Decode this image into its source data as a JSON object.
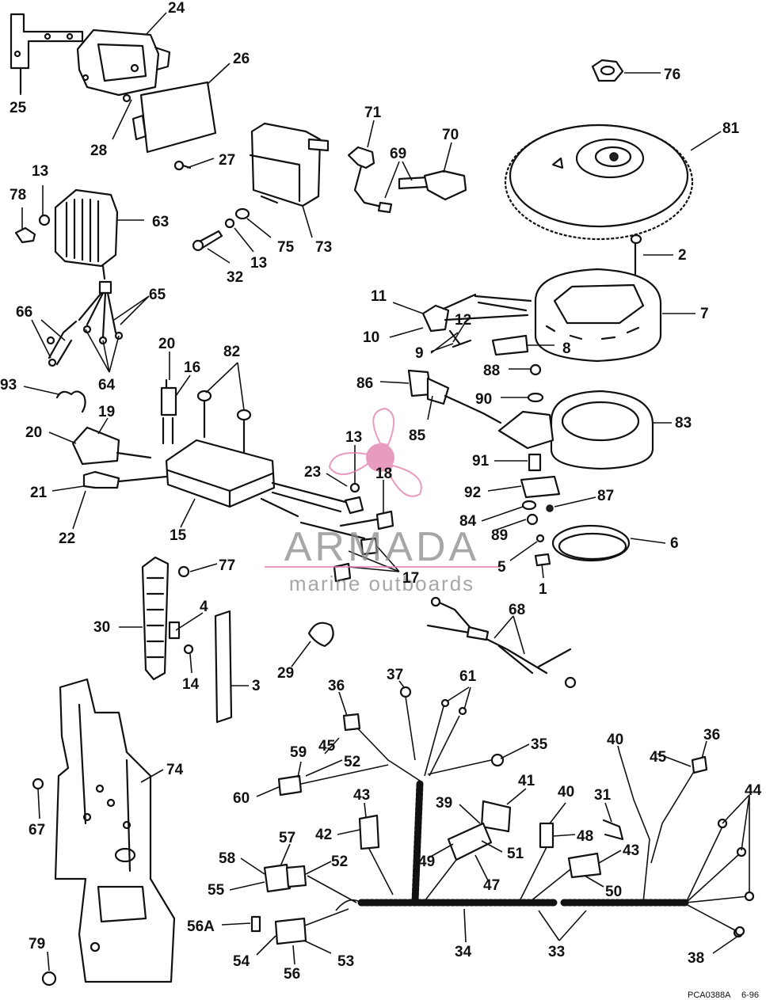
{
  "watermark": {
    "brand": "ARMADA",
    "tagline": "marine outboards",
    "accent_color": "#e07aa8",
    "text_color": "#8a8a8a"
  },
  "footer": {
    "code": "PCA0388A",
    "date": "6-96"
  },
  "callouts": [
    {
      "id": "c24",
      "text": "24"
    },
    {
      "id": "c25",
      "text": "25"
    },
    {
      "id": "c26",
      "text": "26"
    },
    {
      "id": "c28",
      "text": "28"
    },
    {
      "id": "c27",
      "text": "27"
    },
    {
      "id": "c76",
      "text": "76"
    },
    {
      "id": "c81",
      "text": "81"
    },
    {
      "id": "c71",
      "text": "71"
    },
    {
      "id": "c70",
      "text": "70"
    },
    {
      "id": "c69",
      "text": "69"
    },
    {
      "id": "c13a",
      "text": "13"
    },
    {
      "id": "c78",
      "text": "78"
    },
    {
      "id": "c63",
      "text": "63"
    },
    {
      "id": "c73",
      "text": "73"
    },
    {
      "id": "c75",
      "text": "75"
    },
    {
      "id": "c13b",
      "text": "13"
    },
    {
      "id": "c32",
      "text": "32"
    },
    {
      "id": "c2",
      "text": "2"
    },
    {
      "id": "c65",
      "text": "65"
    },
    {
      "id": "c66",
      "text": "66"
    },
    {
      "id": "c64",
      "text": "64"
    },
    {
      "id": "c11",
      "text": "11"
    },
    {
      "id": "c12",
      "text": "12"
    },
    {
      "id": "c7",
      "text": "7"
    },
    {
      "id": "c10",
      "text": "10"
    },
    {
      "id": "c9",
      "text": "9"
    },
    {
      "id": "c8",
      "text": "8"
    },
    {
      "id": "c20a",
      "text": "20"
    },
    {
      "id": "c16",
      "text": "16"
    },
    {
      "id": "c82",
      "text": "82"
    },
    {
      "id": "c88",
      "text": "88"
    },
    {
      "id": "c86",
      "text": "86"
    },
    {
      "id": "c90",
      "text": "90"
    },
    {
      "id": "c93",
      "text": "93"
    },
    {
      "id": "c19",
      "text": "19"
    },
    {
      "id": "c85",
      "text": "85"
    },
    {
      "id": "c83",
      "text": "83"
    },
    {
      "id": "c20b",
      "text": "20"
    },
    {
      "id": "c13c",
      "text": "13"
    },
    {
      "id": "c23",
      "text": "23"
    },
    {
      "id": "c18",
      "text": "18"
    },
    {
      "id": "c91",
      "text": "91"
    },
    {
      "id": "c92",
      "text": "92"
    },
    {
      "id": "c87",
      "text": "87"
    },
    {
      "id": "c21",
      "text": "21"
    },
    {
      "id": "c84",
      "text": "84"
    },
    {
      "id": "c22",
      "text": "22"
    },
    {
      "id": "c15",
      "text": "15"
    },
    {
      "id": "c89",
      "text": "89"
    },
    {
      "id": "c6",
      "text": "6"
    },
    {
      "id": "c5",
      "text": "5"
    },
    {
      "id": "c77",
      "text": "77"
    },
    {
      "id": "c17",
      "text": "17"
    },
    {
      "id": "c1",
      "text": "1"
    },
    {
      "id": "c4",
      "text": "4"
    },
    {
      "id": "c68",
      "text": "68"
    },
    {
      "id": "c30",
      "text": "30"
    },
    {
      "id": "c14",
      "text": "14"
    },
    {
      "id": "c29",
      "text": "29"
    },
    {
      "id": "c3",
      "text": "3"
    },
    {
      "id": "c37",
      "text": "37"
    },
    {
      "id": "c61",
      "text": "61"
    },
    {
      "id": "c36a",
      "text": "36"
    },
    {
      "id": "c74",
      "text": "74"
    },
    {
      "id": "c45a",
      "text": "45"
    },
    {
      "id": "c35",
      "text": "35"
    },
    {
      "id": "c40a",
      "text": "40"
    },
    {
      "id": "c36b",
      "text": "36"
    },
    {
      "id": "c59",
      "text": "59"
    },
    {
      "id": "c52a",
      "text": "52"
    },
    {
      "id": "c45b",
      "text": "45"
    },
    {
      "id": "c60",
      "text": "60"
    },
    {
      "id": "c41",
      "text": "41"
    },
    {
      "id": "c44",
      "text": "44"
    },
    {
      "id": "c67",
      "text": "67"
    },
    {
      "id": "c43a",
      "text": "43"
    },
    {
      "id": "c39",
      "text": "39"
    },
    {
      "id": "c40b",
      "text": "40"
    },
    {
      "id": "c31",
      "text": "31"
    },
    {
      "id": "c42",
      "text": "42"
    },
    {
      "id": "c57",
      "text": "57"
    },
    {
      "id": "c51",
      "text": "51"
    },
    {
      "id": "c48",
      "text": "48"
    },
    {
      "id": "c49",
      "text": "49"
    },
    {
      "id": "c43b",
      "text": "43"
    },
    {
      "id": "c58",
      "text": "58"
    },
    {
      "id": "c52b",
      "text": "52"
    },
    {
      "id": "c55",
      "text": "55"
    },
    {
      "id": "c47",
      "text": "47"
    },
    {
      "id": "c50",
      "text": "50"
    },
    {
      "id": "c56a",
      "text": "56A"
    },
    {
      "id": "c79",
      "text": "79"
    },
    {
      "id": "c34",
      "text": "34"
    },
    {
      "id": "c33",
      "text": "33"
    },
    {
      "id": "c38",
      "text": "38"
    },
    {
      "id": "c54",
      "text": "54"
    },
    {
      "id": "c53",
      "text": "53"
    },
    {
      "id": "c56",
      "text": "56"
    }
  ]
}
